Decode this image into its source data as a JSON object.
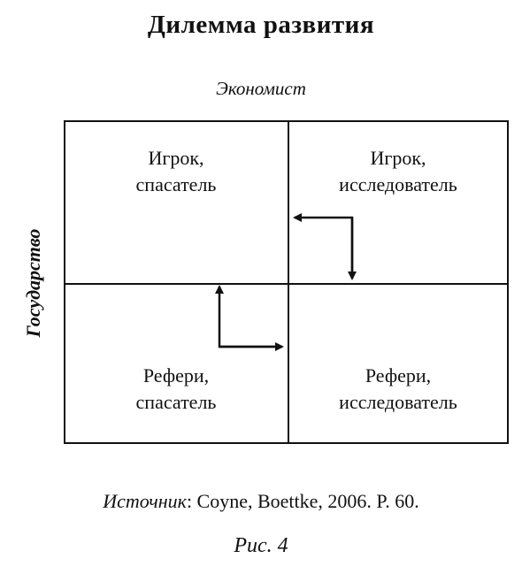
{
  "title": "Дилемма развития",
  "axis_top": "Экономист",
  "axis_left": "Государство",
  "quadrants": {
    "top_left": {
      "line1": "Игрок,",
      "line2": "спасатель"
    },
    "top_right": {
      "line1": "Игрок,",
      "line2": "исследователь"
    },
    "bottom_left": {
      "line1": "Рефери,",
      "line2": "спасатель"
    },
    "bottom_right": {
      "line1": "Рефери,",
      "line2": "исследователь"
    }
  },
  "source": {
    "label": "Источник",
    "text": ": Coyne, Boettke, 2006. P. 60."
  },
  "figure_label": "Рис. 4"
}
